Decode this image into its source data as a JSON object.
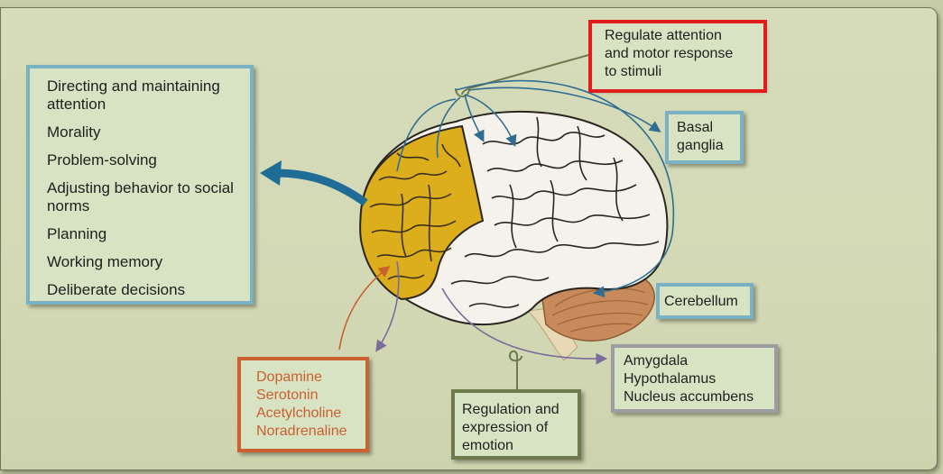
{
  "functions": {
    "items": [
      "Directing and maintaining attention",
      "Morality",
      "Problem-solving",
      "Adjusting behavior to social norms",
      "Planning",
      "Working memory",
      "Deliberate decisions"
    ]
  },
  "attention": {
    "lines": [
      "Regulate attention",
      "and motor response",
      "to stimuli"
    ]
  },
  "basal_ganglia": {
    "lines": [
      "Basal",
      "ganglia"
    ]
  },
  "cerebellum": {
    "label": "Cerebellum"
  },
  "limbic": {
    "lines": [
      "Amygdala",
      "Hypothalamus",
      "Nucleus accumbens"
    ]
  },
  "emotion": {
    "lines": [
      "Regulation and",
      "expression of",
      "emotion"
    ]
  },
  "chemicals": {
    "lines": [
      "Dopamine",
      "Serotonin",
      "Acetylcholine",
      "Noradrenaline"
    ]
  },
  "colors": {
    "frontal_lobe": "#dcae1c",
    "brain_white": "#f4f2ea",
    "cerebellum": "#c98a5b",
    "blue_arrow": "#27678f",
    "box_border_blue": "#7ab1c3",
    "chem_orange": "#c8612d",
    "highlight_red": "#e11c1c"
  }
}
